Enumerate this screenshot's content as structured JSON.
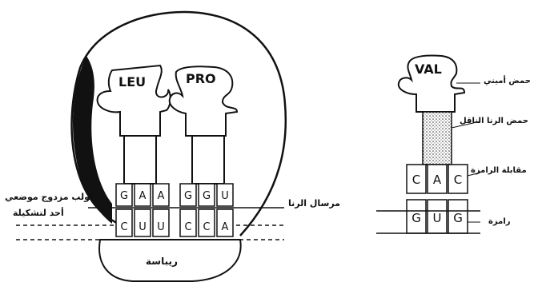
{
  "left_figure": {
    "amino_acids": [
      "LEU",
      "PRO"
    ],
    "anticodon_leu": [
      "G",
      "A",
      "A"
    ],
    "anticodon_pro": [
      "G",
      "G",
      "U"
    ],
    "codons": [
      "C",
      "U",
      "U",
      "C",
      "C",
      "A"
    ],
    "labels": {
      "ribosome": "ريباسة",
      "mrna": "مرسال الرنا",
      "helix_line1": "لولب مزدوج موضعي",
      "helix_line2": "أحد لتشكيلة"
    }
  },
  "right_figure": {
    "amino_acid": "VAL",
    "anticodon": [
      "C",
      "A",
      "C"
    ],
    "codon": [
      "G",
      "U",
      "G"
    ],
    "labels": {
      "amino_acid": "حمض أميني",
      "trna": "حمض الرنا الناقل",
      "anticodon": "مقابلة الرامزة",
      "codon": "رامزة"
    }
  }
}
